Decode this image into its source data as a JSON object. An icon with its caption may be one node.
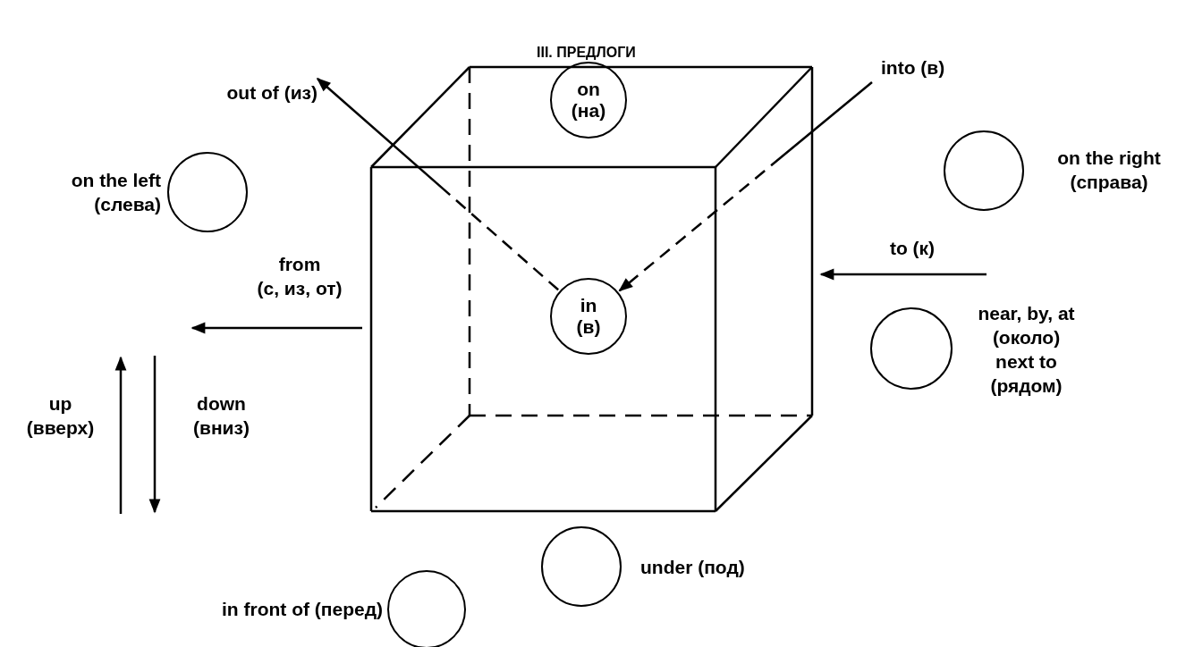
{
  "diagram": {
    "title": "III. ПРЕДЛОГИ",
    "nodes": [
      {
        "text": [],
        "shape": "cube"
      },
      {
        "text": [
          "on (на)"
        ],
        "in": 0
      },
      {
        "text": [],
        "shape": "circle",
        "beside": [
          "on the left (слева)"
        ]
      },
      {
        "text": [],
        "shape": "circle",
        "beside": [
          "on the right (справа)"
        ]
      },
      {
        "text": [
          "in (в)"
        ],
        "in": 0
      },
      {
        "text": [],
        "shape": "circle",
        "beside": [
          "near, by, at (около) next to (рядом)"
        ]
      },
      {
        "text": [],
        "shape": "circle",
        "beside": [
          "under (под)"
        ]
      },
      {
        "text": [],
        "shape": "circle",
        "beside": [
          "in front of (перед)"
        ]
      }
    ],
    "edges": [
      {
        "from": 4,
        "to": null,
        "arrow": "to",
        "label": "out of (из)",
        "style": "dashed"
      },
      {
        "from": null,
        "to": 4,
        "arrow": "to",
        "label": "into (в)",
        "style": "dashed"
      },
      {
        "from": null,
        "to": 0,
        "arrow": "to",
        "label": "to (к)"
      },
      {
        "from": 0,
        "to": null,
        "arrow": "to",
        "label": "from (с, из, от)"
      }
    ],
    "labels": [
      "up (вверх)",
      "down (вниз)"
    ]
  }
}
